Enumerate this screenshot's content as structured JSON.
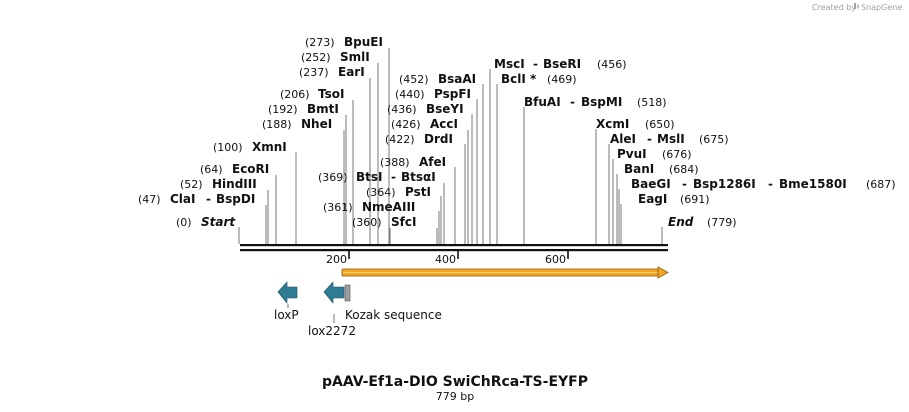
{
  "credit": {
    "text": "Created by",
    "brand": "SnapGene"
  },
  "map": {
    "title": "pAAV-Ef1a-DIO SwiChRca-TS-EYFP",
    "length_label": "779 bp",
    "length": 779,
    "ruler_ticks": [
      "200",
      "400",
      "600"
    ],
    "start": {
      "pos": "(0)",
      "label": "Start"
    },
    "end": {
      "label": "End",
      "pos": "(779)"
    }
  },
  "sites": [
    {
      "pos": "(47)",
      "names": [
        "ClaI",
        "BspDI"
      ]
    },
    {
      "pos": "(52)",
      "names": [
        "HindIII"
      ]
    },
    {
      "pos": "(64)",
      "names": [
        "EcoRI"
      ]
    },
    {
      "pos": "(100)",
      "names": [
        "XmnI"
      ]
    },
    {
      "pos": "(188)",
      "names": [
        "NheI"
      ]
    },
    {
      "pos": "(192)",
      "names": [
        "BmtI"
      ]
    },
    {
      "pos": "(206)",
      "names": [
        "TsoI"
      ]
    },
    {
      "pos": "(237)",
      "names": [
        "EarI"
      ]
    },
    {
      "pos": "(252)",
      "names": [
        "SmlI"
      ]
    },
    {
      "pos": "(273)",
      "names": [
        "BpuEI"
      ]
    },
    {
      "pos": "(369)",
      "names": [
        "BtsI",
        "BtsαI"
      ]
    },
    {
      "pos": "(361)",
      "names": [
        "NmeAIII"
      ]
    },
    {
      "pos": "(360)",
      "names": [
        "SfcI"
      ]
    },
    {
      "pos": "(364)",
      "names": [
        "PstI"
      ]
    },
    {
      "pos": "(388)",
      "names": [
        "AfeI"
      ]
    },
    {
      "pos": "(422)",
      "names": [
        "DrdI"
      ]
    },
    {
      "pos": "(426)",
      "names": [
        "AccI"
      ]
    },
    {
      "pos": "(436)",
      "names": [
        "BseYI"
      ]
    },
    {
      "pos": "(440)",
      "names": [
        "PspFI"
      ]
    },
    {
      "pos": "(452)",
      "names": [
        "BsaAI"
      ]
    },
    {
      "pos": "(456)",
      "names": [
        "MscI",
        "BseRI"
      ]
    },
    {
      "pos": "(469)",
      "names": [
        "BclI *"
      ]
    },
    {
      "pos": "(518)",
      "names": [
        "BfuAI",
        "BspMI"
      ]
    },
    {
      "pos": "(650)",
      "names": [
        "XcmI"
      ]
    },
    {
      "pos": "(675)",
      "names": [
        "AleI",
        "MslI"
      ]
    },
    {
      "pos": "(676)",
      "names": [
        "PvuI"
      ]
    },
    {
      "pos": "(684)",
      "names": [
        "BanI"
      ]
    },
    {
      "pos": "(687)",
      "names": [
        "BaeGI",
        "Bsp1286I",
        "Bme1580I"
      ]
    },
    {
      "pos": "(691)",
      "names": [
        "EagI"
      ]
    }
  ],
  "features": [
    {
      "label": "loxP",
      "direction": "reverse",
      "color": "#2e7d95"
    },
    {
      "label": "lox2272",
      "direction": "reverse",
      "color": "#2e7d95"
    },
    {
      "label": "Kozak sequence",
      "color": "#9e9e9e"
    },
    {
      "label": "",
      "direction": "forward",
      "color": "#f5a623"
    }
  ]
}
